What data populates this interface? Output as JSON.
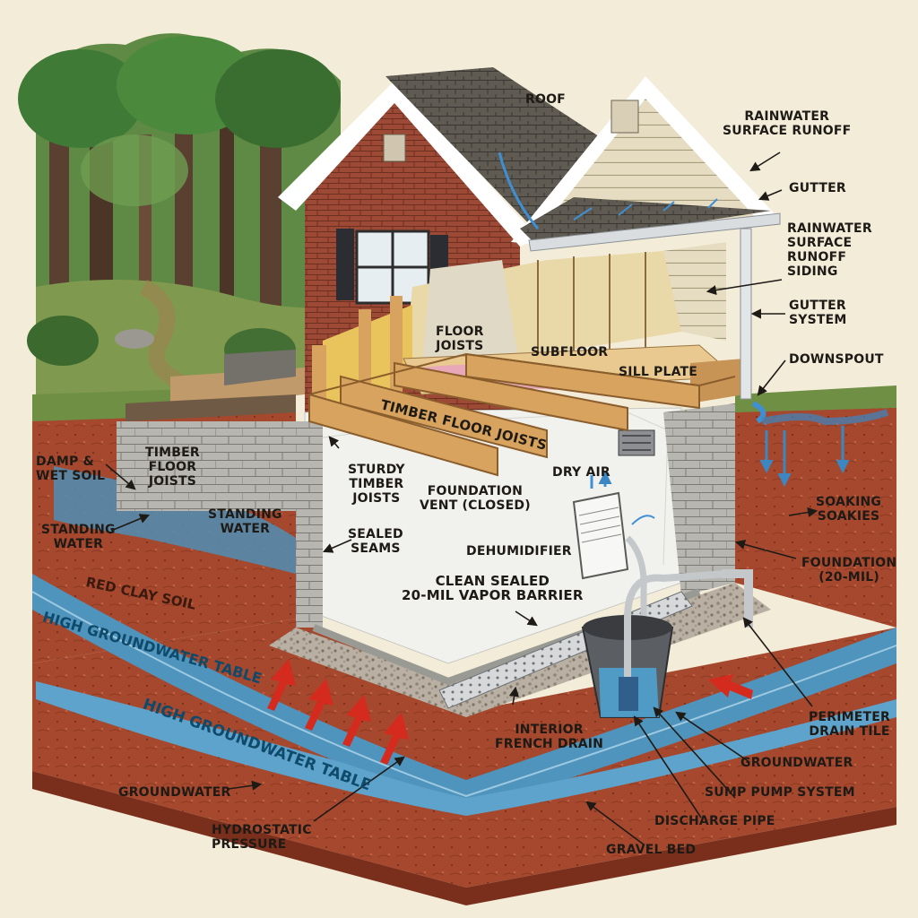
{
  "diagram": {
    "labels": {
      "roof": "ROOF",
      "rainwater_runoff_top": "RAINWATER\nSURFACE RUNOFF",
      "gutter": "GUTTER",
      "rainwater_runoff_siding": "RAINWATER\nSURFACE\nRUNOFF\nSIDING",
      "gutter_system": "GUTTER\nSYSTEM",
      "downspout": "DOWNSPOUT",
      "floor_joists": "FLOOR\nJOISTS",
      "subfloor": "SUBFLOOR",
      "sill_plate": "SILL PLATE",
      "timber_floor_joists_beam": "TIMBER FLOOR JOISTS",
      "timber_floor_joists_left": "TIMBER\nFLOOR\nJOISTS",
      "damp_wet_soil": "DAMP &\nWET SOIL",
      "standing_water_left": "STANDING\nWATER",
      "standing_water_center": "STANDING\nWATER",
      "sturdy_timber_joists": "STURDY\nTIMBER\nJOISTS",
      "foundation_vent": "FOUNDATION\nVENT (CLOSED)",
      "dry_air": "DRY AIR",
      "soaking_soakies": "SOAKING\nSOAKIES",
      "sealed_seams": "SEALED\nSEAMS",
      "dehumidifier": "DEHUMIDIFIER",
      "foundation_20mil": "FOUNDATION\n(20-MIL)",
      "clean_vapor_barrier": "CLEAN SEALED\n20-MIL VAPOR BARRIER",
      "red_clay_soil": "RED CLAY SOIL",
      "high_groundwater_table_1": "HIGH GROUNDWATER TABLE",
      "high_groundwater_table_2": "HIGH GROUNDWATER TABLE",
      "perimeter_drain_tile": "PERIMETER\nDRAIN TILE",
      "interior_french_drain": "INTERIOR\nFRENCH DRAIN",
      "groundwater_right": "GROUNDWATER",
      "sump_pump_system": "SUMP PUMP SYSTEM",
      "groundwater_left": "GROUNDWATER",
      "discharge_pipe": "DISCHARGE PIPE",
      "hydrostatic_pressure": "HYDROSTATIC\nPRESSURE",
      "gravel_bed": "GRAVEL BED"
    }
  },
  "colors": {
    "background": "#f3ecd9",
    "brick": "#9c4a35",
    "siding": "#e6dcc1",
    "roof": "#5f5a52",
    "timber": "#d8a35e",
    "clay_soil": "#a5482e",
    "groundwater": "#4f94bd",
    "vapor_barrier": "#f1f1ee",
    "gravel": "#b9b0a3",
    "pressure_arrow": "#d52a1e"
  }
}
